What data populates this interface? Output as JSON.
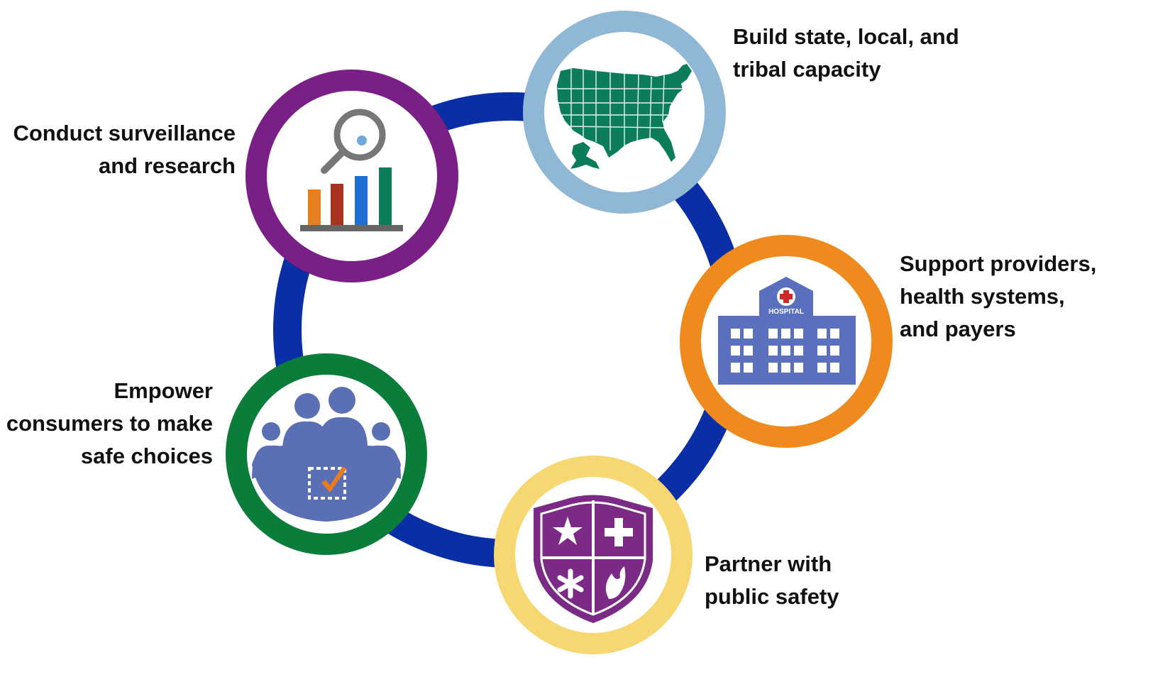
{
  "ring_color": "#0a2ea6",
  "nodes": [
    {
      "id": "surveillance",
      "ring_color": "#7a1f86",
      "icon": "magnifier-bar-chart-icon",
      "label_lines": [
        "Conduct surveillance",
        "and research"
      ]
    },
    {
      "id": "capacity",
      "ring_color": "#8fb8d6",
      "icon": "us-map-icon",
      "label_lines": [
        "Build state, local, and",
        "tribal capacity"
      ]
    },
    {
      "id": "providers",
      "ring_color": "#ee8a1e",
      "icon": "hospital-icon",
      "label_lines": [
        "Support providers,",
        "health systems,",
        "and payers"
      ]
    },
    {
      "id": "public-safety",
      "ring_color": "#f7d772",
      "icon": "shield-icon",
      "label_lines": [
        "Partner with",
        "public safety"
      ]
    },
    {
      "id": "consumers",
      "ring_color": "#0b7d3b",
      "icon": "people-checkbox-icon",
      "label_lines": [
        "Empower",
        "consumers to make",
        "safe choices"
      ]
    }
  ],
  "hospital_sign": "HOSPITAL",
  "icon_colors": {
    "map": "#0b7d5a",
    "hospital": "#5b6fbf",
    "shield": "#7b2a85",
    "people": "#5b6fb4",
    "check": "#e87b1e",
    "bars": [
      "#e6801e",
      "#a8331f",
      "#1f6fd0",
      "#0b7d5a"
    ],
    "magnifier": "#777777",
    "magnifier_dot": "#6fa8dc"
  }
}
